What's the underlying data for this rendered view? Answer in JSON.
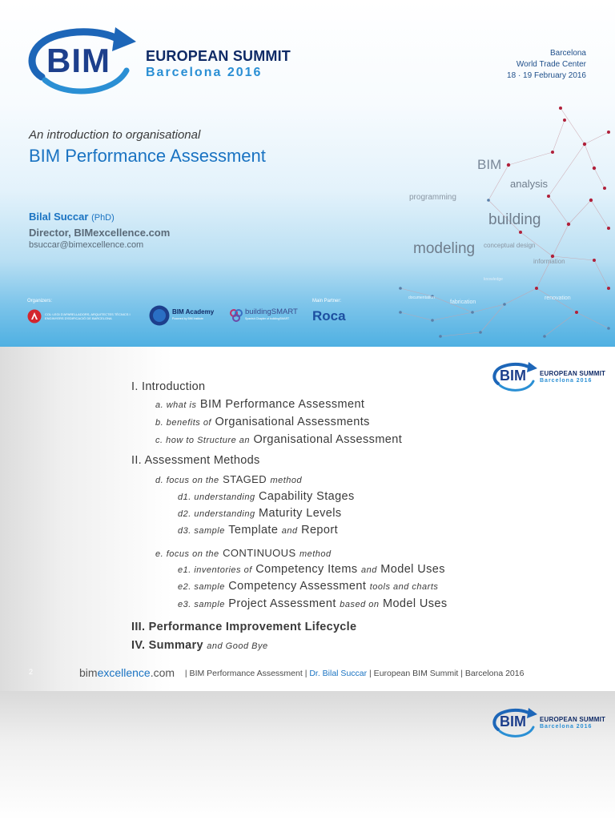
{
  "slide1": {
    "logo": {
      "mark": "BIM",
      "line1": "EUROPEAN SUMMIT",
      "line2": "Barcelona 2016"
    },
    "venue": {
      "city": "Barcelona",
      "place": "World Trade Center",
      "dates": "18 · 19 February 2016"
    },
    "intro": "An introduction to organisational",
    "title": "BIM Performance Assessment",
    "author_name": "Bilal Succar",
    "author_suffix": "(PhD)",
    "author_role": "Director, BIMexcellence.com",
    "author_email": "bsuccar@bimexcellence.com",
    "word_cloud": {
      "bim": "BIM",
      "analysis": "analysis",
      "programming": "programming",
      "building": "building",
      "modeling": "modeling",
      "conceptual_design": "conceptual design",
      "information": "information",
      "fabrication": "fabrication",
      "renovation": "renovation",
      "documentation": "documentation",
      "knowledge": "knowledge"
    },
    "organizers_label": "Organizers:",
    "organizers": [
      {
        "name": "COL·LEGI D'APARELLADORS, ARQUITECTES TÈCNICS I ENGINYERS D'EDIFICACIÓ DE BARCELONA"
      },
      {
        "name": "BIM Academy",
        "note": "Powered by BIM Institute"
      },
      {
        "name": "buildingSMART",
        "note": "Spanish Chapter of buildingSMART"
      }
    ],
    "partner_label": "Main Partner:",
    "partner": "Roca",
    "colors": {
      "accent": "#1a73c2",
      "navy": "#0f2a66",
      "sky": "#4fb0e2",
      "dot": "#b0203a"
    }
  },
  "slide2": {
    "logo": {
      "mark": "BIM",
      "line1": "EUROPEAN SUMMIT",
      "line2": "Barcelona 2016"
    },
    "sections": {
      "s1": "I. Introduction",
      "s1a_pre": "a. what is",
      "s1a_main": "BIM Performance Assessment",
      "s1b_pre": "b. benefits of",
      "s1b_main": "Organisational Assessments",
      "s1c_pre": "c. how to Structure an",
      "s1c_main": "Organisational Assessment",
      "s2": "II. Assessment Methods",
      "s2d_pre": "d. focus on the",
      "s2d_main": "STAGED",
      "s2d_post": "method",
      "d1_pre": "d1. understanding",
      "d1_main": "Capability Stages",
      "d2_pre": "d2. understanding",
      "d2_main": "Maturity Levels",
      "d3_pre": "d3. sample",
      "d3_main": "Template",
      "d3_and": "and",
      "d3_main2": "Report",
      "s2e_pre": "e. focus on the",
      "s2e_main": "CONTINUOUS",
      "s2e_post": "method",
      "e1_pre": "e1. inventories of",
      "e1_main": "Competency Items",
      "e1_and": "and",
      "e1_main2": "Model Uses",
      "e2_pre": "e2. sample",
      "e2_main": "Competency Assessment",
      "e2_post": "tools and charts",
      "e3_pre": "e3. sample",
      "e3_main": "Project Assessment",
      "e3_mid": "based on",
      "e3_main2": "Model Uses",
      "s3": "III. Performance Improvement Lifecycle",
      "s4": "IV. Summary",
      "s4_post": "and Good Bye"
    },
    "footer": {
      "page": "2",
      "brand1": "bim",
      "brand2": "excellence",
      "brand3": ".com",
      "sep1": " | BIM Performance Assessment | ",
      "author": "Dr. Bilal Succar",
      "sep2": " | European BIM Summit | Barcelona 2016"
    }
  },
  "slide3": {
    "logo": {
      "mark": "BIM",
      "line1": "EUROPEAN SUMMIT",
      "line2": "Barcelona 2016"
    }
  }
}
